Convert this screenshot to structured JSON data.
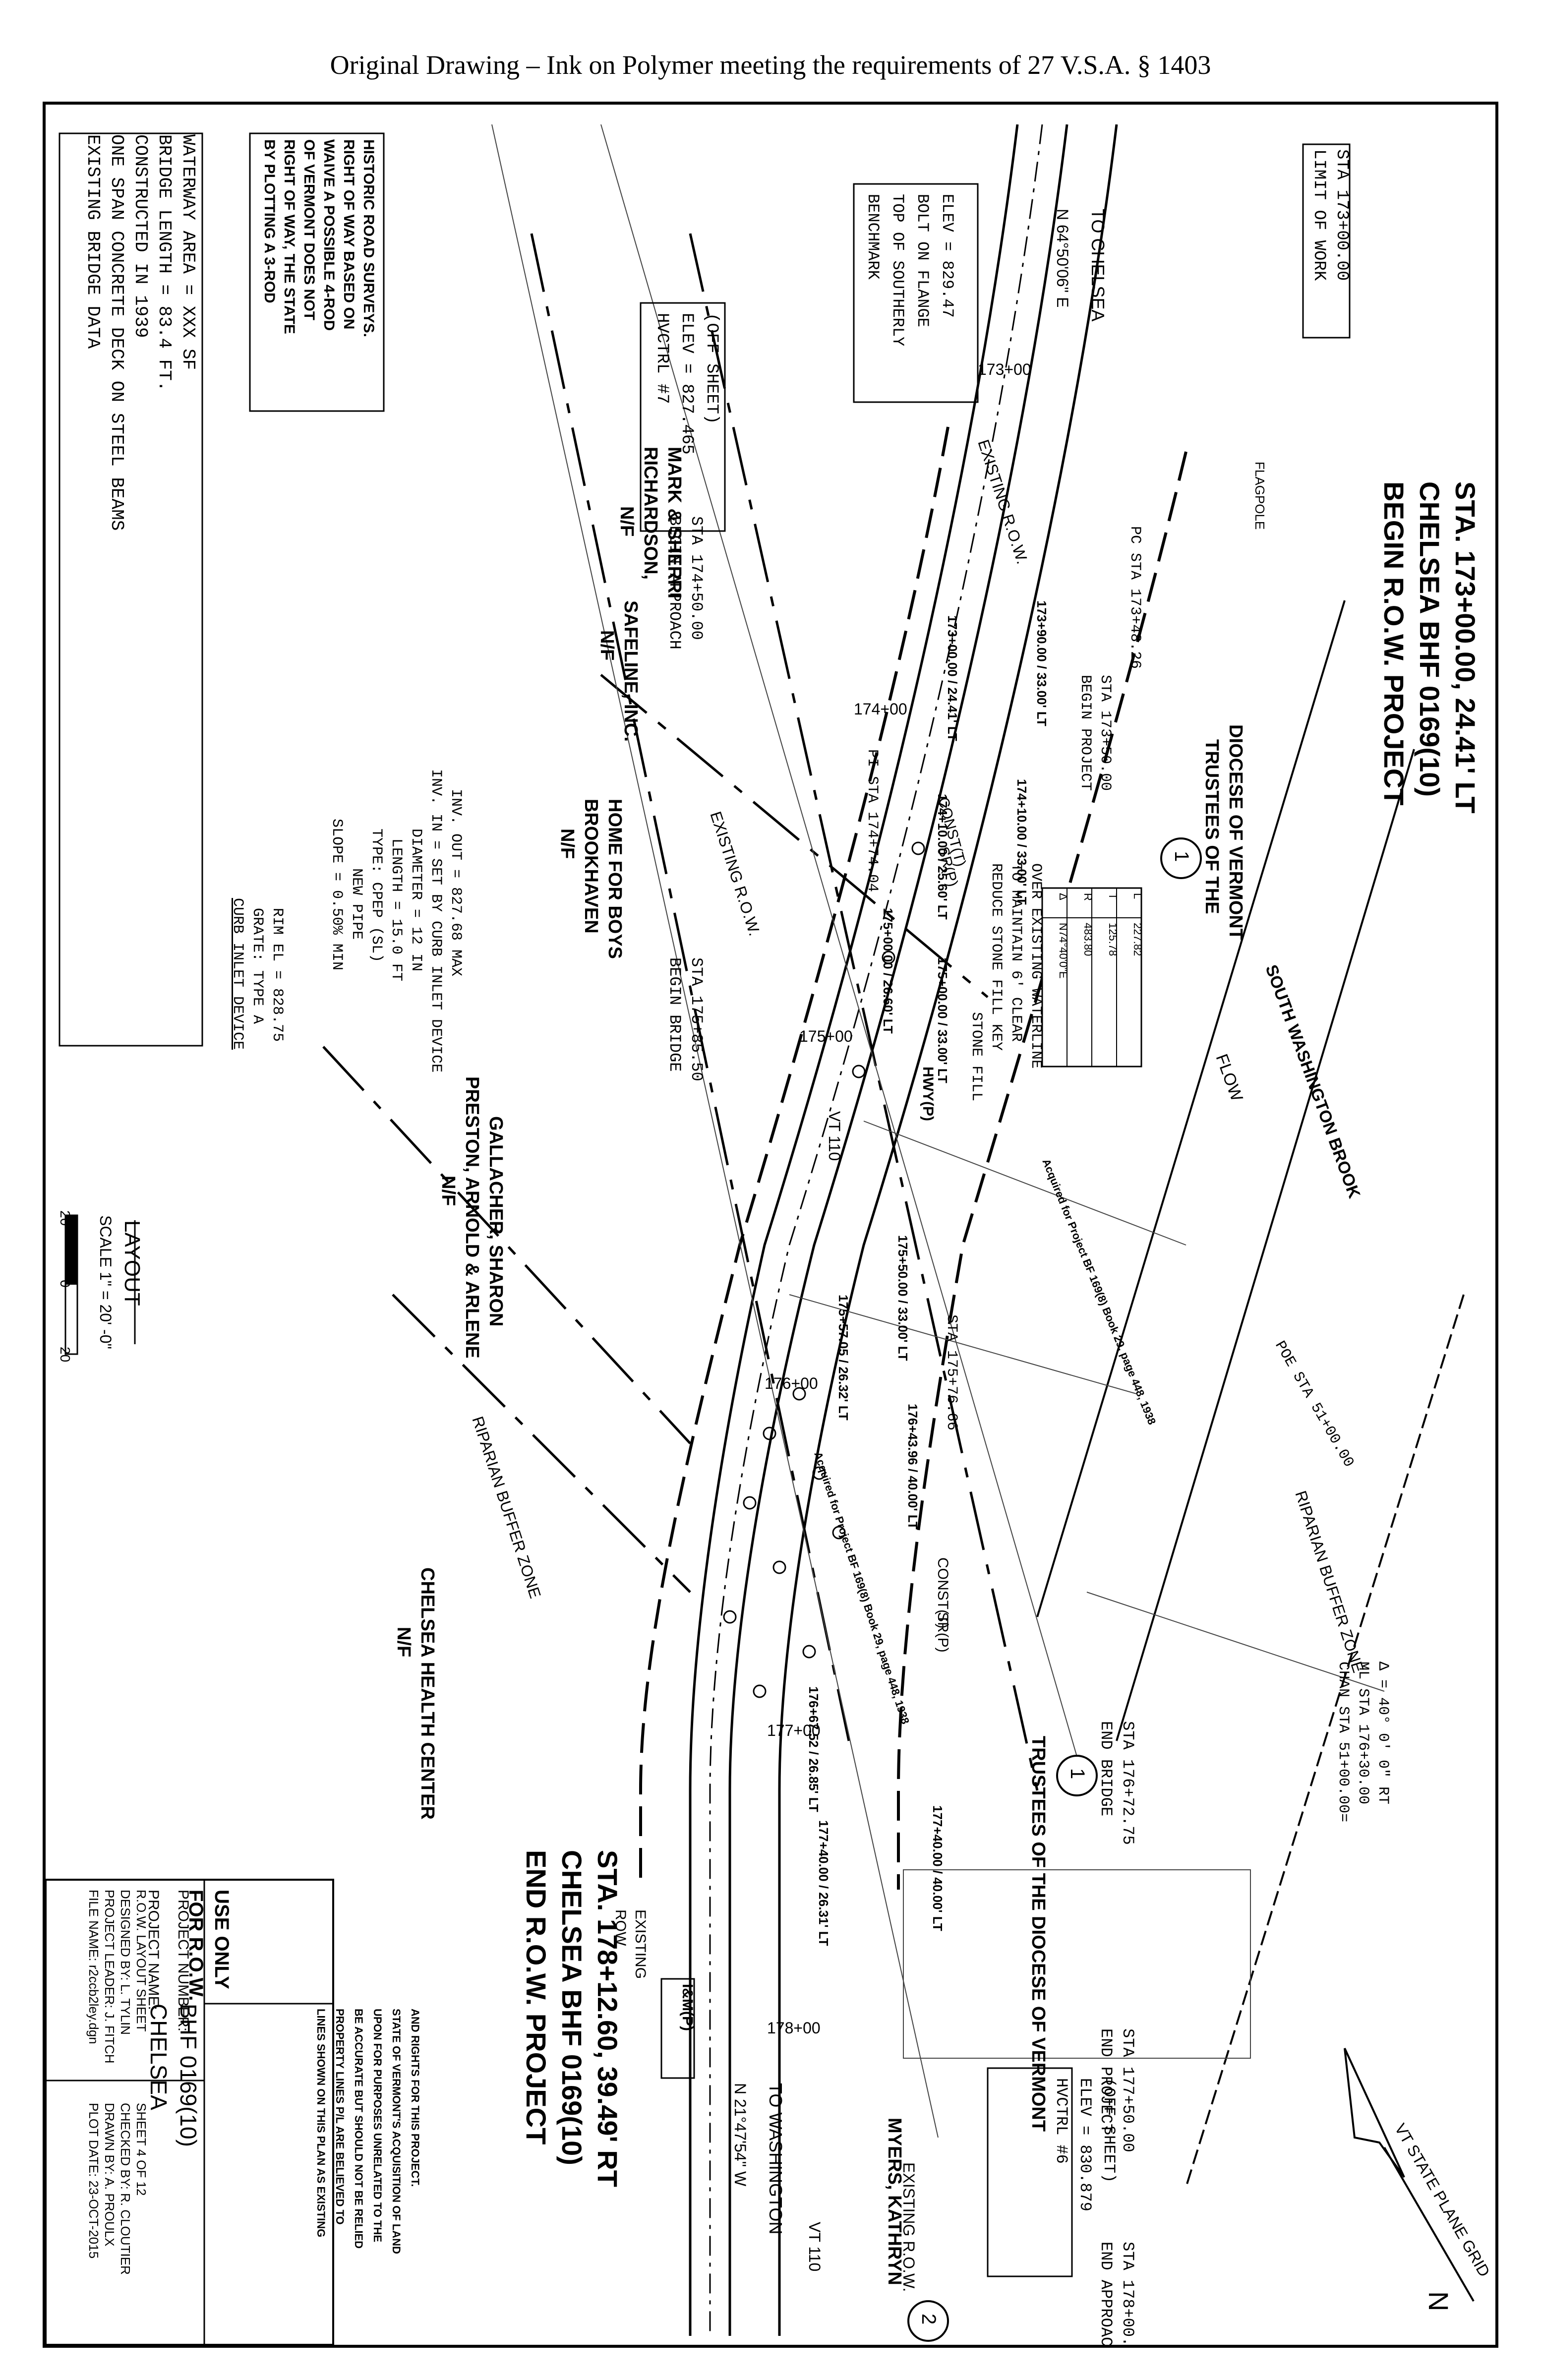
{
  "header": {
    "note": "Original Drawing – Ink on Polymer meeting the requirements of 27 V.S.A. § 1403"
  },
  "existing_bridge": {
    "title": "EXISTING BRIDGE DATA",
    "lines": [
      "ONE SPAN CONCRETE DECK ON STEEL BEAMS",
      "CONSTRUCTED IN 1939",
      "BRIDGE LENGTH = 83.4 FT.",
      "WATERWAY AREA = XXX SF"
    ]
  },
  "row_note": {
    "lines": [
      "BY PLOTTING A 3-ROD",
      "RIGHT OF WAY, THE STATE",
      "OF VERMONT DOES NOT",
      "WAIVE A POSSIBLE 4-ROD",
      "RIGHT OF WAY BASED ON",
      "HISTORIC ROAD SURVEYS."
    ]
  },
  "owners": {
    "richardson": [
      "N/F",
      "RICHARDSON,",
      "MARK & SHERRI"
    ],
    "safeline": [
      "N/F",
      "SAFELINE, INC."
    ],
    "brookhaven": [
      "N/F",
      "BROOKHAVEN",
      "HOME FOR BOYS"
    ],
    "preston": [
      "N/F",
      "PRESTON, ARNOLD & ARLENE",
      "GALLACHER, SHARON"
    ],
    "health": [
      "N/F",
      "CHELSEA HEALTH CENTER"
    ],
    "diocese_top": [
      "TRUSTEES OF THE",
      "DIOCESE OF VERMONT"
    ],
    "diocese_bottom": "TRUSTEES OF THE DIOCESE OF VERMONT",
    "myers": "MYERS, KATHRYN"
  },
  "begin_row": [
    "BEGIN R.O.W. PROJECT",
    "CHELSEA BHF 0169(10)",
    "STA. 173+00.00, 24.41' LT"
  ],
  "end_row": [
    "END R.O.W. PROJECT",
    "CHELSEA BHF 0169(10)",
    "STA. 178+12.60, 39.49' RT"
  ],
  "hvctrl7": [
    "HVCTRL #7",
    "ELEV = 827.465",
    "(OFF SHEET)"
  ],
  "hvctrl6": [
    "HVCTRL #6",
    "ELEV = 830.879",
    "(OFF SHEET)"
  ],
  "benchmark": [
    "BENCHMARK",
    "TOP OF SOUTHERLY",
    "BOLT ON FLANGE",
    "ELEV = 829.47"
  ],
  "pipe_note": [
    "SLOPE = 0.50% MIN",
    "NEW PIPE",
    "TYPE: CPEP (SL)",
    "LENGTH = 15.0 FT",
    "DIAMETER = 12 IN",
    "INV. IN = SET BY CURB INLET DEVICE",
    "INV. OUT = 827.68 MAX"
  ],
  "curb_inlet": [
    "CURB INLET DEVICE",
    "GRATE: TYPE A",
    "RIM EL = 828.75"
  ],
  "stations": {
    "limit_of_work": [
      "LIMIT OF WORK",
      "STA 173+00.00"
    ],
    "begin_approach": [
      "BEGIN APPROACH",
      "STA 174+50.00"
    ],
    "begin_bridge": [
      "BEGIN BRIDGE",
      "STA 175+85.50"
    ],
    "end_bridge": [
      "END BRIDGE",
      "STA 176+72.75"
    ],
    "end_project": [
      "END PROJECT",
      "STA 177+50.00"
    ],
    "end_approach": [
      "END APPROACH",
      "STA 178+00.00"
    ],
    "begin_project": [
      "BEGIN PROJECT",
      "STA 173+50.00"
    ],
    "chan": [
      "CHAN STA 51+00.00=",
      "ML STA 176+30.00",
      "Δ = 40° 0' 0\" RT"
    ],
    "pi": "PI STA 174+74.04",
    "pc": "PC STA 173+48.26",
    "pt": "STA 175+76.66",
    "poe": "POE STA 51+00.00"
  },
  "tags": {
    "t1": "173+00.00 / 24.41' LT",
    "t2": "173+90.00 / 33.00' LT",
    "t3": "174+10.00 / 33.00' LT",
    "t4": "174+10.00 / 25.60' LT",
    "t5": "175+00.00 / 26.60' LT",
    "t6": "175+00.00 / 33.00' LT",
    "t7": "175+50.00 / 33.00' LT",
    "t8": "175+57.05 / 26.32' LT",
    "t9": "176+43.96 / 40.00' LT",
    "t10": "176+67.52 / 26.85' LT",
    "t11": "177+40.00 / 40.00' LT",
    "t12": "177+40.00 / 26.31' LT"
  },
  "labels": {
    "to_chelsea": "TO CHELSEA",
    "to_washington": "TO WASHINGTON",
    "bearing1": "N 64°50'06\" E",
    "bearing2": "N 21°47'54\" W",
    "vt110a": "VT 110",
    "vt110b": "VT 110",
    "brook": "SOUTH WASHINGTON BROOK",
    "flow": "FLOW",
    "riparian1": "RIPARIAN BUFFER ZONE",
    "riparian2": "RIPARIAN BUFFER ZONE",
    "existing_row": "EXISTING R.O.W.",
    "existing_row2": "EXISTING R.O.W.",
    "existing_row3": "EXISTING R.O.W.",
    "reduce_stone": [
      "REDUCE STONE FILL KEY",
      "TO MAINTAIN 6' CLEAR",
      "OVER EXISTING WATERLINE"
    ],
    "stone_fill": "STONE FILL",
    "const_t": "CONST(T)",
    "const_t2": "CONST(T)",
    "hwy_p": "HWY(P)",
    "sr_p": "SR(P)",
    "sr_p2": "SR(P)",
    "imp_p": "I&M(P)",
    "row_lbl": "ROW",
    "existing_lbl": "EXISTING",
    "acquired1": "Acquired for Project BF 169(8) Book 29, page 448, 1938",
    "acquired2": "Acquired for Project BF 169(8) Book 29, page 448, 1938",
    "flagpole": "FLAGPOLE",
    "sta_174": "174+00",
    "sta_175": "175+00",
    "sta_176": "176+00",
    "sta_177": "177+00",
    "sta_178": "178+00",
    "sta_173": "173+00",
    "vt_grid": "VT STATE PLANE GRID",
    "north": "N"
  },
  "curve_table": {
    "rows": [
      [
        "Δ",
        "N74°40'0\"E"
      ],
      [
        "R",
        "483.80"
      ],
      [
        "T",
        "125.78"
      ],
      [
        "L",
        "227.82"
      ]
    ]
  },
  "layout": {
    "title": "LAYOUT",
    "scale": "SCALE 1\" = 20' -0\"",
    "s0": "20",
    "s1": "0",
    "s2": "20"
  },
  "for_row": [
    "FOR R.O.W.",
    "USE ONLY"
  ],
  "disclaimer": [
    "LINES SHOWN ON THIS PLAN AS EXISTING",
    "PROPERTY LINES P/L ARE BELIEVED TO",
    "BE ACCURATE BUT SHOULD NOT BE RELIED",
    "UPON FOR PURPOSES UNRELATED TO THE",
    "STATE OF VERMONT'S ACQUISITION OF LAND",
    "AND RIGHTS FOR THIS PROJECT."
  ],
  "title_block": {
    "project_name": "PROJECT NAME:",
    "project_name_val": "CHELSEA",
    "project_number": "PROJECT NUMBER:",
    "project_number_val": "BHF 0169(10)",
    "file_name": "FILE NAME: r2ccb2ley.dgn",
    "project_leader": "PROJECT LEADER: J. FITCH",
    "designed_by": "DESIGNED BY: L. TYLIN",
    "layout_sheet": "R.O.W. LAYOUT SHEET",
    "plot_date": "PLOT DATE: 23-OCT-2015",
    "drawn_by": "DRAWN BY: A. PROULX",
    "checked_by": "CHECKED BY: R. CLOUTIER",
    "sheet": "SHEET 4 OF 12"
  },
  "circles": {
    "c1": "1",
    "c2": "1",
    "c3": "2"
  }
}
